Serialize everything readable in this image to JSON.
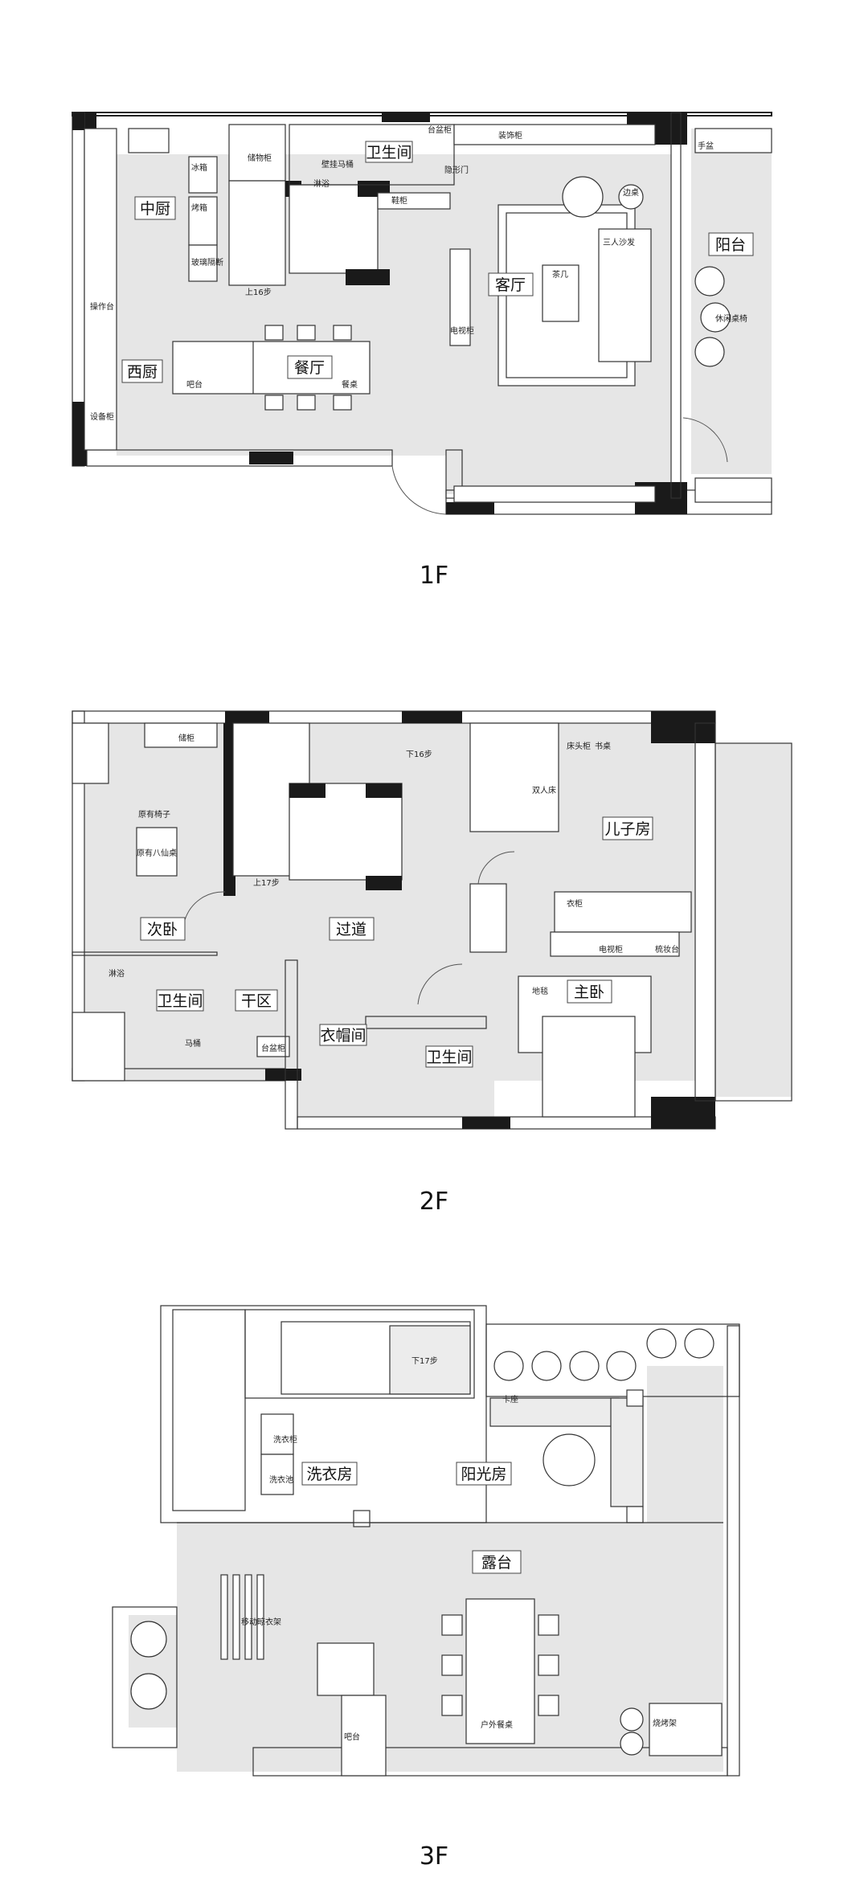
{
  "floors": [
    {
      "label": "1F",
      "rooms": [
        "中厨",
        "西厨",
        "餐厅",
        "卫生间",
        "客厅",
        "阳台"
      ],
      "notes": [
        "冰箱",
        "储物柜",
        "烤箱",
        "玻璃隔断",
        "壁挂马桶",
        "淋浴",
        "鞋柜",
        "电视柜",
        "茶几",
        "三人沙发",
        "边桌",
        "装饰柜",
        "隐形门",
        "台盆柜",
        "休闲桌椅",
        "手盆",
        "操作台",
        "设备柜",
        "吧台",
        "餐桌",
        "上16步"
      ]
    },
    {
      "label": "2F",
      "rooms": [
        "次卧",
        "过道",
        "儿子房",
        "卫生间",
        "干区",
        "衣帽间",
        "卫生间",
        "主卧"
      ],
      "notes": [
        "储柜",
        "书桌",
        "床头柜",
        "双人床",
        "梳妆台",
        "电视柜",
        "衣柜",
        "淋浴",
        "马桶",
        "台盆柜",
        "地毯",
        "下16步",
        "上17步",
        "原有椅子",
        "原有八仙桌"
      ]
    },
    {
      "label": "3F",
      "rooms": [
        "洗衣房",
        "阳光房",
        "露台"
      ],
      "notes": [
        "下17步",
        "洗衣柜",
        "洗衣池",
        "卡座",
        "移动晾衣架",
        "吧台",
        "户外餐桌",
        "烧烤架"
      ]
    }
  ]
}
